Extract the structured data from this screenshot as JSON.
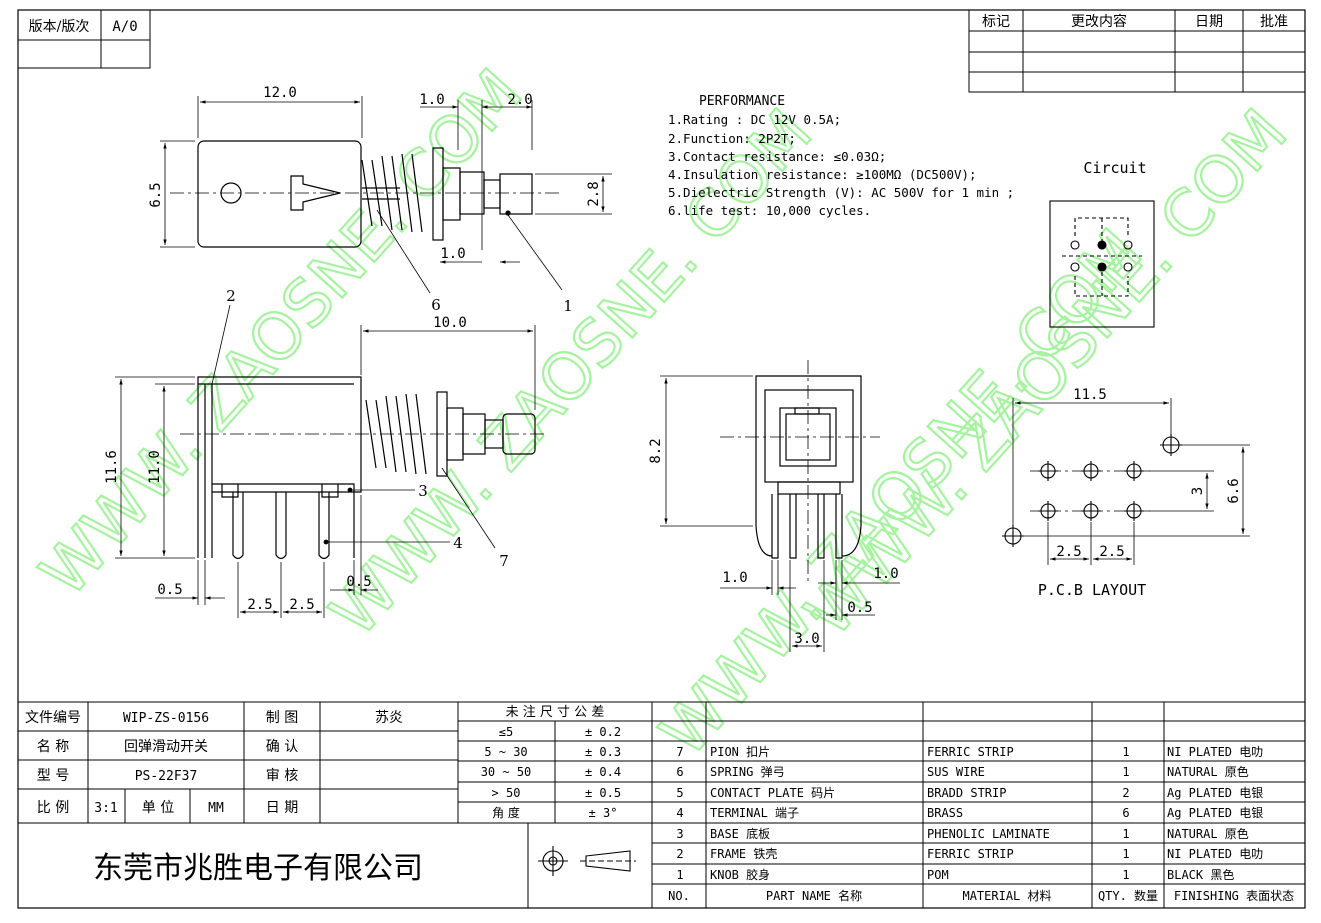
{
  "revision": {
    "label": "版本/版次",
    "value": "A/0"
  },
  "change_table": {
    "headers": [
      "标记",
      "更改内容",
      "日期",
      "批准"
    ]
  },
  "performance": {
    "title": "PERFORMANCE",
    "items": [
      "1.Rating : DC 12V 0.5A;",
      "2.Function: 2P2T;",
      "3.Contact resistance: ≤0.03Ω;",
      "4.Insulation resistance: ≥100MΩ (DC500V);",
      "5.Dielectric Strength (V): AC 500V for 1 min ;",
      "6.life test: 10,000 cycles."
    ]
  },
  "circuit": {
    "label": "Circuit"
  },
  "pcb_layout": {
    "label": "P.C.B LAYOUT"
  },
  "dimensions": {
    "top_length": "12.0",
    "top_gap1": "1.0",
    "top_knob": "2.0",
    "top_height": "6.5",
    "top_knob_dia": "2.8",
    "top_gap2": "1.0",
    "side_length": "10.0",
    "side_height1": "11.6",
    "side_height2": "11.0",
    "side_offset": "0.5",
    "pitch1": "2.5",
    "pitch2": "2.5",
    "pin_offset": "0.5",
    "end_height": "8.2",
    "end_left": "1.0",
    "end_right": "1.0",
    "end_pin": "0.5",
    "end_width": "3.0",
    "pcb_width": "11.5",
    "pcb_height": "6.6",
    "pcb_row": "3",
    "pcb_pitch1": "2.5",
    "pcb_pitch2": "2.5"
  },
  "callouts": [
    "1",
    "2",
    "3",
    "4",
    "6",
    "7"
  ],
  "watermarks": [
    "WWW. ZAOSNE. COM",
    "WWW. ZAOSNE. COM",
    "WWW. ZAOSNE. COM",
    "WWW. ZAOSNE. COM"
  ],
  "title_block": {
    "file_no_label": "文件编号",
    "file_no": "WIP-ZS-0156",
    "name_label": "名    称",
    "name": "回弹滑动开关",
    "model_label": "型    号",
    "model": "PS-22F37",
    "scale_label": "比    例",
    "scale": "3:1",
    "unit_label": "单  位",
    "unit": "MM",
    "drawn_label": "制    图",
    "drawn_by": "苏炎",
    "confirm_label": "确    认",
    "review_label": "审    核",
    "date_label": "日    期",
    "company": "东莞市兆胜电子有限公司"
  },
  "tolerance": {
    "title": "未 注 尺 寸 公 差",
    "rows": [
      {
        "range": "≤5",
        "tol": "± 0.2"
      },
      {
        "range": "5 ~ 30",
        "tol": "± 0.3"
      },
      {
        "range": "30 ~ 50",
        "tol": "± 0.4"
      },
      {
        "range": "> 50",
        "tol": "± 0.5"
      },
      {
        "range": "角   度",
        "tol": "± 3°"
      }
    ]
  },
  "bom": {
    "headers": {
      "no": "NO.",
      "part": "PART   NAME   名称",
      "material": "MATERIAL 材料",
      "qty": "QTY. 数量",
      "finish": "FINISHING 表面状态"
    },
    "rows": [
      {
        "no": "7",
        "part": "PION 扣片",
        "material": "FERRIC STRIP",
        "qty": "1",
        "finish": "NI PLATED  电叻"
      },
      {
        "no": "6",
        "part": "SPRING  弹弓",
        "material": "SUS WIRE",
        "qty": "1",
        "finish": "NATURAL 原色"
      },
      {
        "no": "5",
        "part": "CONTACT PLATE  码片",
        "material": "BRADD STRIP",
        "qty": "2",
        "finish": "Ag PLATED  电银"
      },
      {
        "no": "4",
        "part": "TERMINAL  端子",
        "material": "BRASS",
        "qty": "6",
        "finish": "Ag PLATED  电银"
      },
      {
        "no": "3",
        "part": "BASE  底板",
        "material": "PHENOLIC LAMINATE",
        "qty": "1",
        "finish": "NATURAL 原色"
      },
      {
        "no": "2",
        "part": "FRAME  铁壳",
        "material": "FERRIC STRIP",
        "qty": "1",
        "finish": "NI PLATED  电叻"
      },
      {
        "no": "1",
        "part": "KNOB  胶身",
        "material": "POM",
        "qty": "1",
        "finish": "BLACK 黑色"
      }
    ]
  },
  "colors": {
    "line": "#000000",
    "watermark": "#a6f2a0"
  }
}
